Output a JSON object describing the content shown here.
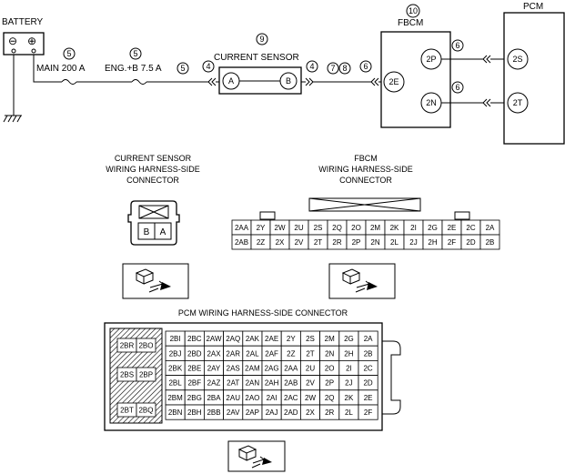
{
  "components": {
    "battery": "BATTERY",
    "main_fuse": "MAIN 200 A",
    "eng_fuse": "ENG.+B 7.5 A",
    "current_sensor": "CURRENT SENSOR",
    "current_sensor_num": "9",
    "fbcm": "FBCM",
    "fbcm_num": "10",
    "pcm": "PCM",
    "minus": "⊖",
    "plus": "⊕"
  },
  "callouts": {
    "c5a": "5",
    "c5b": "5",
    "c5c": "5",
    "c4a": "4",
    "c4b": "4",
    "c7": "7",
    "c8": "8",
    "c6a": "6",
    "c6b": "6",
    "c6c": "6"
  },
  "pins": {
    "cs_a": "A",
    "cs_b": "B",
    "fbcm_2e": "2E",
    "fbcm_2p": "2P",
    "fbcm_2n": "2N",
    "pcm_2s": "2S",
    "pcm_2t": "2T"
  },
  "headings": {
    "cs_conn": [
      "CURRENT SENSOR",
      "WIRING HARNESS-SIDE",
      "CONNECTOR"
    ],
    "fbcm_conn": [
      "FBCM",
      "WIRING HARNESS-SIDE",
      "CONNECTOR"
    ],
    "pcm_conn": "PCM WIRING HARNESS-SIDE CONNECTOR"
  },
  "cs_connector_pins": [
    "B",
    "A"
  ],
  "fbcm_connector": {
    "row1": [
      "2AA",
      "2Y",
      "2W",
      "2U",
      "2S",
      "2Q",
      "2O",
      "2M",
      "2K",
      "2I",
      "2G",
      "2E",
      "2C",
      "2A"
    ],
    "row2": [
      "2AB",
      "2Z",
      "2X",
      "2V",
      "2T",
      "2R",
      "2P",
      "2N",
      "2L",
      "2J",
      "2H",
      "2F",
      "2D",
      "2B"
    ]
  },
  "pcm_connector": {
    "left_pins": [
      "2BR",
      "2BO",
      "2BS",
      "2BP",
      "2BT",
      "2BQ"
    ],
    "rows": [
      [
        "2BI",
        "2BC",
        "2AW",
        "2AQ",
        "2AK",
        "2AE",
        "2Y",
        "2S",
        "2M",
        "2G",
        "2A"
      ],
      [
        "2BJ",
        "2BD",
        "2AX",
        "2AR",
        "2AL",
        "2AF",
        "2Z",
        "2T",
        "2N",
        "2H",
        "2B"
      ],
      [
        "2BK",
        "2BE",
        "2AY",
        "2AS",
        "2AM",
        "2AG",
        "2AA",
        "2U",
        "2O",
        "2I",
        "2C"
      ],
      [
        "2BL",
        "2BF",
        "2AZ",
        "2AT",
        "2AN",
        "2AH",
        "2AB",
        "2V",
        "2P",
        "2J",
        "2D"
      ],
      [
        "2BM",
        "2BG",
        "2BA",
        "2AU",
        "2AO",
        "2AI",
        "2AC",
        "2W",
        "2Q",
        "2K",
        "2E"
      ],
      [
        "2BN",
        "2BH",
        "2BB",
        "2AV",
        "2AP",
        "2AJ",
        "2AD",
        "2X",
        "2R",
        "2L",
        "2F"
      ]
    ]
  }
}
